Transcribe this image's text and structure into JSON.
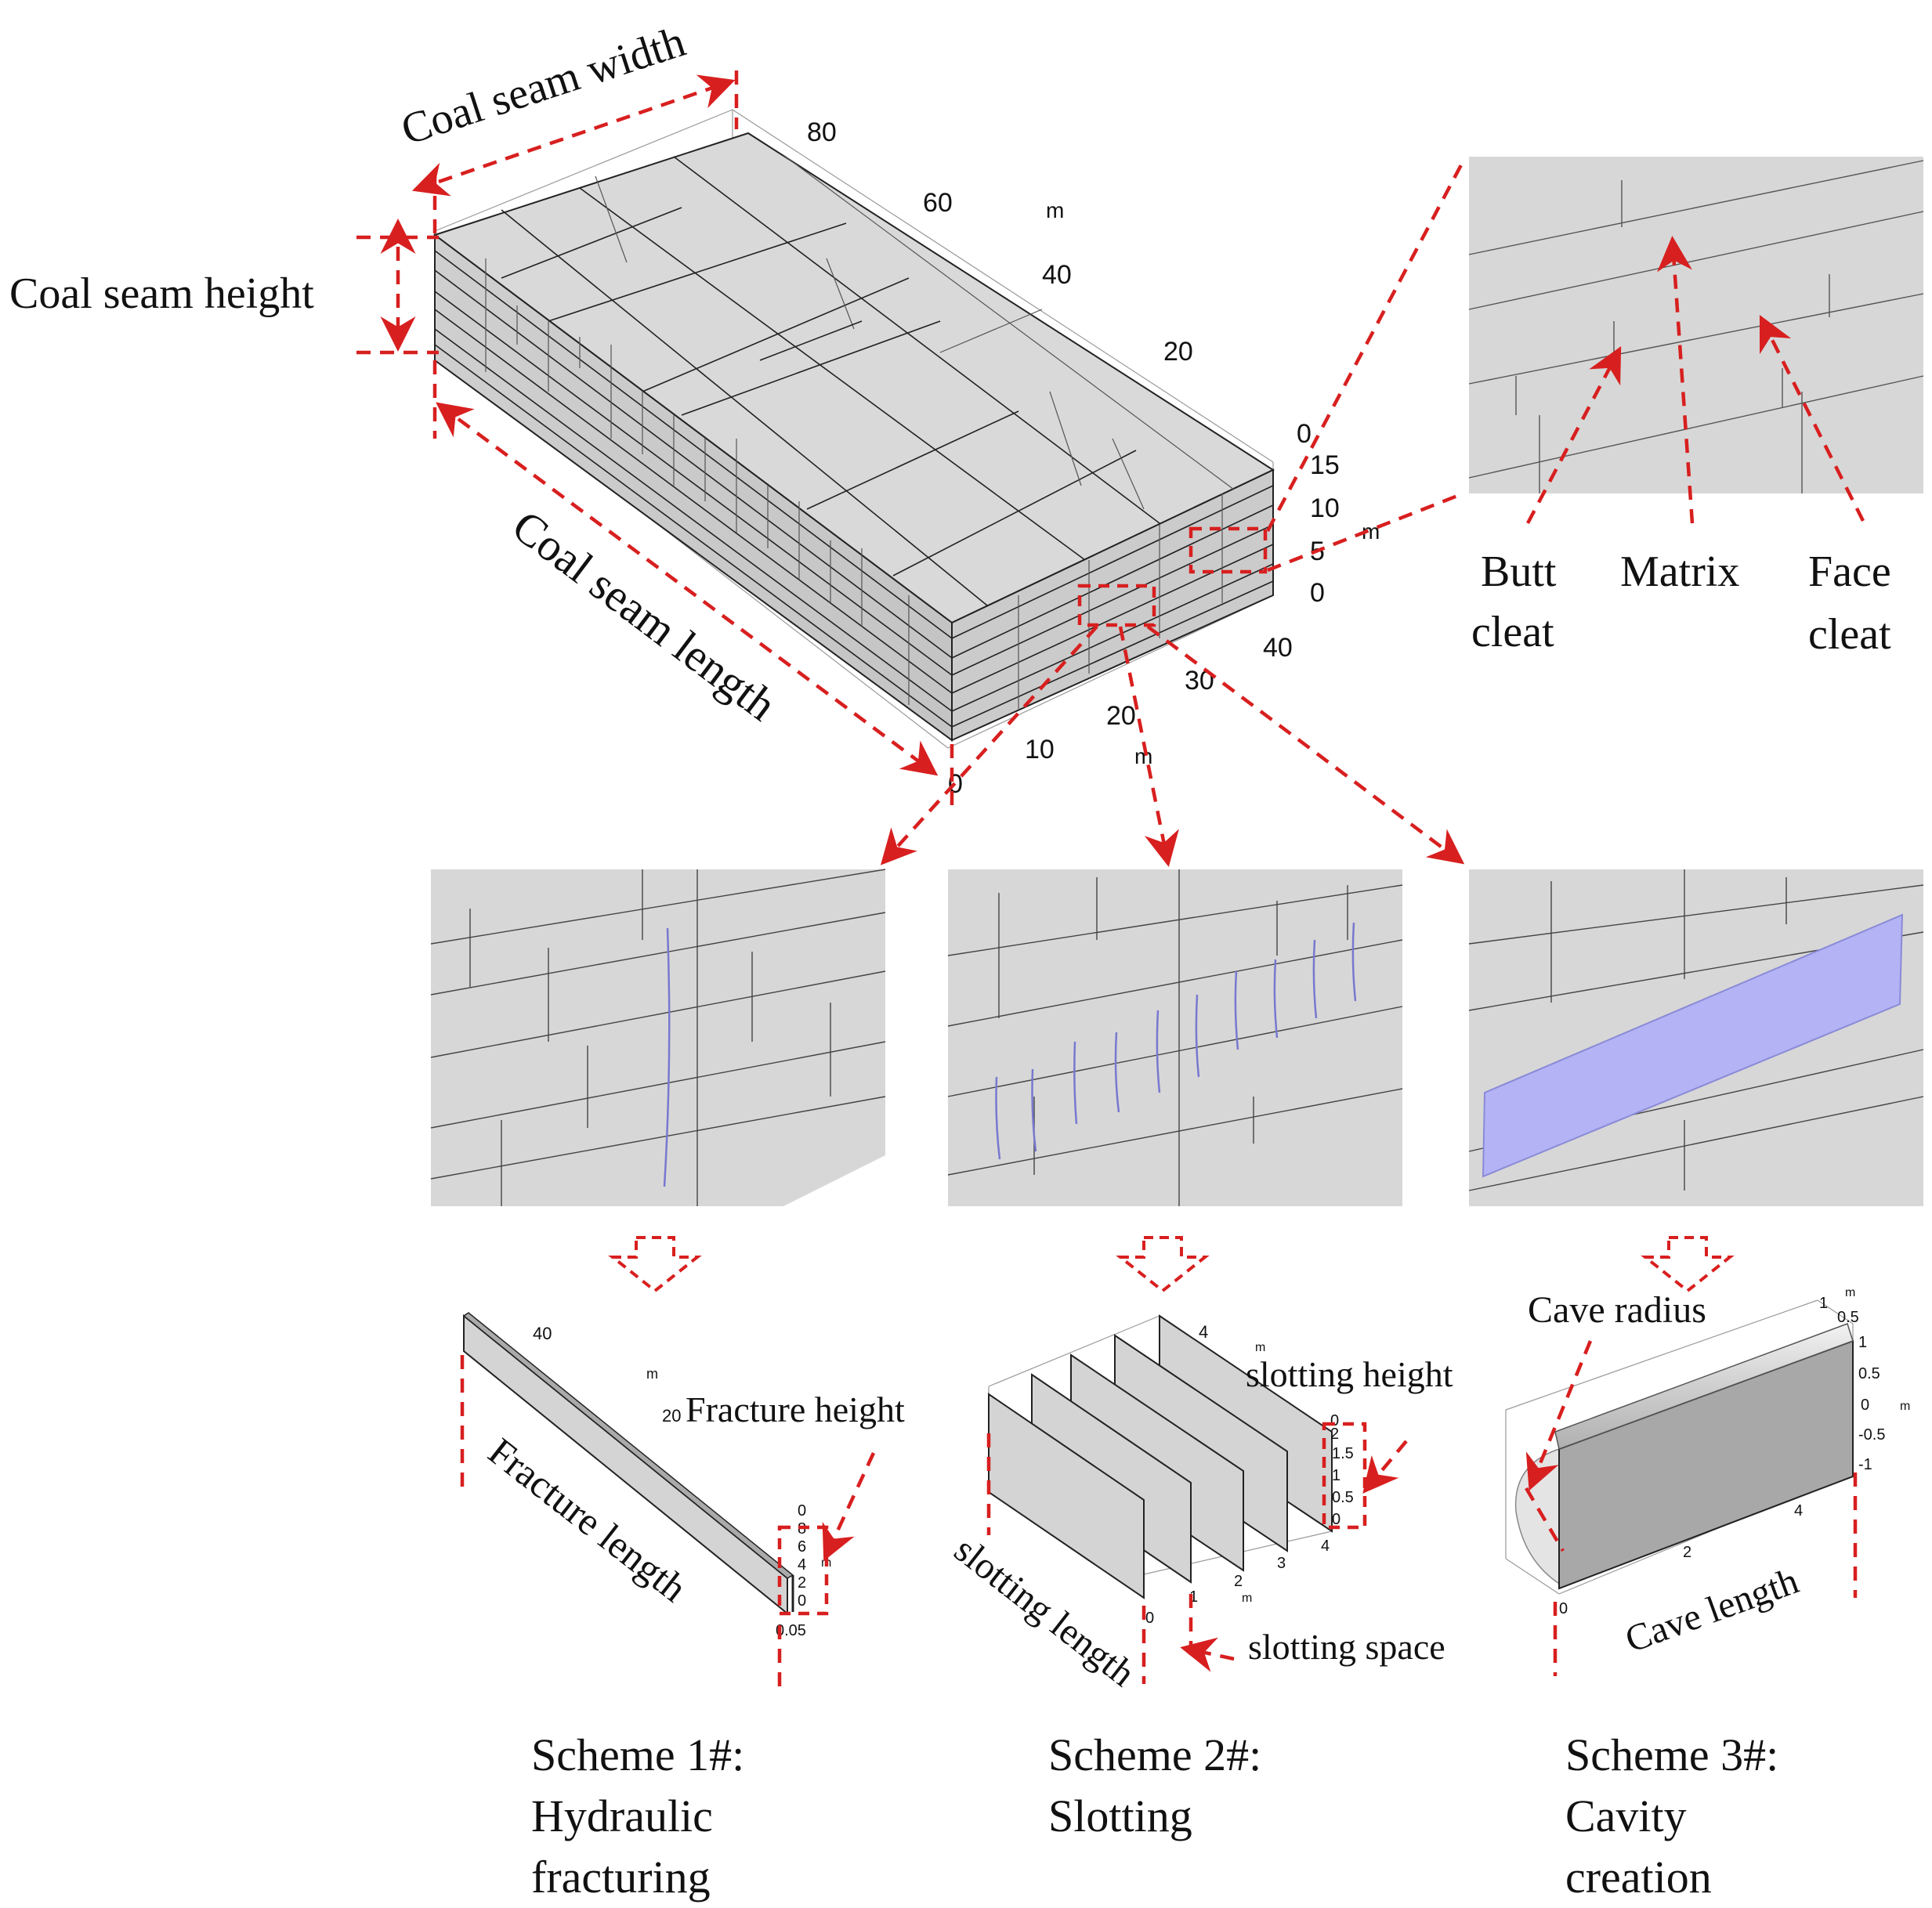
{
  "colors": {
    "arrow_red": "#d81f1f",
    "coal_grey": "#d6d6d6",
    "fracture_blue": "#8a8ad8",
    "cavity_fill": "#b3b3f5"
  },
  "icons": [
    "arrow-head-icon",
    "hollow-down-arrow-icon"
  ],
  "main_model": {
    "width_label": "Coal seam width",
    "height_label": "Coal seam height",
    "length_label": "Coal seam length",
    "width_ticks": [
      "80",
      "60",
      "40",
      "20",
      "0"
    ],
    "width_unit": "m",
    "height_ticks": [
      "15",
      "10",
      "5",
      "0"
    ],
    "height_unit": "m",
    "length_ticks": [
      "40",
      "30",
      "20",
      "10",
      "0"
    ],
    "length_unit": "m"
  },
  "zoom_detail": {
    "butt_cleat": [
      "Butt",
      "cleat"
    ],
    "matrix": "Matrix",
    "face_cleat": [
      "Face",
      "cleat"
    ]
  },
  "scheme1": {
    "ticks_top": [
      "40",
      "20"
    ],
    "unit_top": "m",
    "height_ticks": [
      "0",
      "8",
      "6",
      "4",
      "2",
      "0"
    ],
    "height_unit": "m",
    "thickness_tick": "0.05",
    "fracture_height_label": "Fracture height",
    "fracture_length_label": "Fracture length",
    "title": [
      "Scheme 1#:",
      "Hydraulic",
      "fracturing"
    ]
  },
  "scheme2": {
    "ticks_top": [
      "4"
    ],
    "unit_top": "m",
    "height_ticks": [
      "0",
      "2",
      "1.5",
      "1",
      "0.5",
      "0"
    ],
    "length_ticks": [
      "4",
      "3",
      "2",
      "1",
      "0"
    ],
    "length_unit": "m",
    "slotting_height_label": "slotting height",
    "slotting_length_label": "slotting length",
    "slotting_space_label": "slotting space",
    "title": [
      "Scheme 2#:",
      "Slotting"
    ]
  },
  "scheme3": {
    "ticks_top": [
      "1",
      "0.5",
      "m"
    ],
    "right_ticks": [
      "1",
      "0.5",
      "0",
      "-0.5",
      "-1"
    ],
    "right_unit": "m",
    "length_ticks": [
      "4",
      "2",
      "0"
    ],
    "cave_radius_label": "Cave radius",
    "cave_length_label": "Cave length",
    "title": [
      "Scheme 3#:",
      "Cavity",
      "creation"
    ]
  }
}
